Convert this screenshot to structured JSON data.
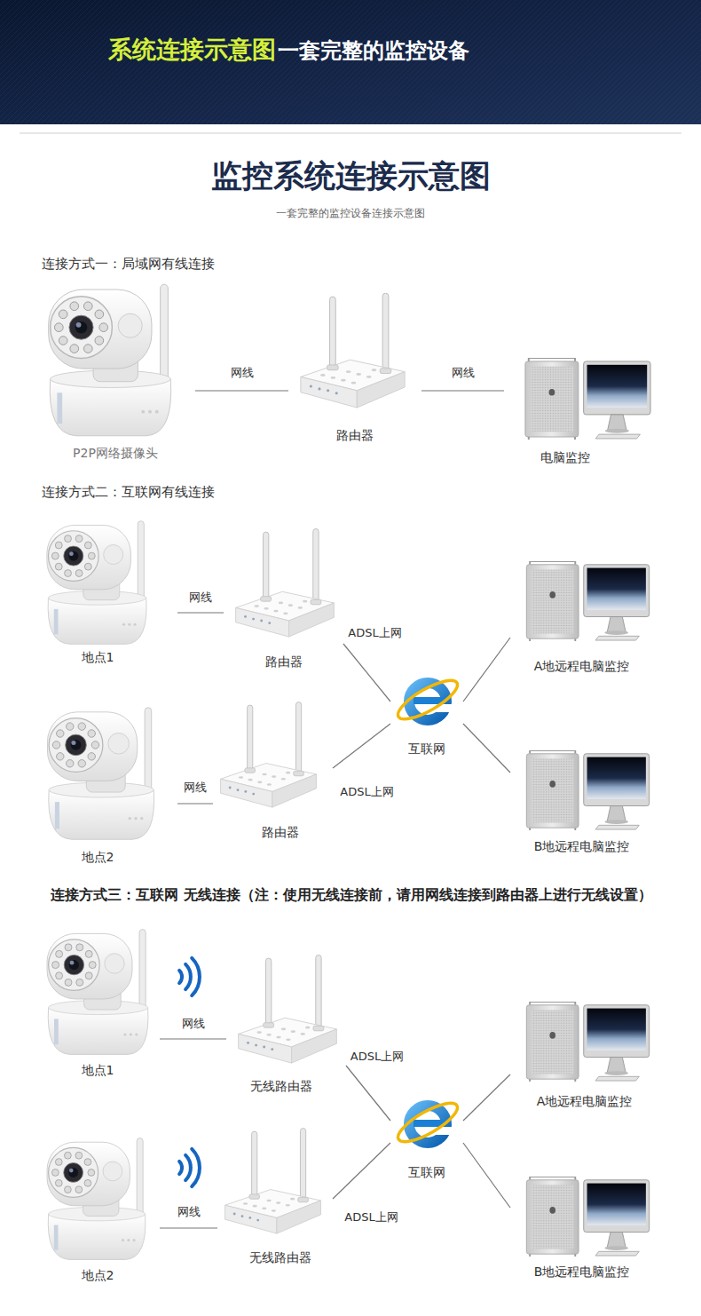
{
  "diagram": {
    "title": "监控系统连接示意图",
    "nodes": [
      {
        "text": [
          "P2P网络摄像头"
        ]
      },
      {
        "text": [
          "路由器"
        ]
      },
      {
        "text": [
          "电脑监控"
        ]
      },
      {
        "text": [
          "地点1"
        ]
      },
      {
        "text": [
          "路由器"
        ]
      },
      {
        "text": [
          "互联网"
        ]
      },
      {
        "text": [
          "A地远程电脑监控"
        ]
      },
      {
        "text": [
          "地点2"
        ]
      },
      {
        "text": [
          "路由器"
        ]
      },
      {
        "text": [
          "B地远程电脑监控"
        ]
      },
      {
        "text": [
          "地点1"
        ]
      },
      {
        "text": [
          "无线路由器"
        ]
      },
      {
        "text": [
          "互联网"
        ]
      },
      {
        "text": [
          "A地远程电脑监控"
        ]
      },
      {
        "text": [
          "地点2"
        ]
      },
      {
        "text": [
          "无线路由器"
        ]
      },
      {
        "text": [
          "B地远程电脑监控"
        ]
      }
    ],
    "edges": [
      {
        "from": 0,
        "to": 1,
        "label": "网线",
        "arrow": "none"
      },
      {
        "from": 1,
        "to": 2,
        "label": "网线",
        "arrow": "none"
      },
      {
        "from": 3,
        "to": 4,
        "label": "网线",
        "arrow": "none"
      },
      {
        "from": 4,
        "to": 5,
        "label": "ADSL上网",
        "arrow": "none"
      },
      {
        "from": 5,
        "to": 6,
        "arrow": "none"
      },
      {
        "from": 7,
        "to": 8,
        "label": "网线",
        "arrow": "none"
      },
      {
        "from": 8,
        "to": 5,
        "label": "ADSL上网",
        "arrow": "none"
      },
      {
        "from": 5,
        "to": 9,
        "arrow": "none"
      },
      {
        "from": 10,
        "to": 11,
        "label": "网线",
        "arrow": "none"
      },
      {
        "from": 11,
        "to": 12,
        "label": "ADSL上网",
        "arrow": "none"
      },
      {
        "from": 12,
        "to": 13,
        "arrow": "none"
      },
      {
        "from": 14,
        "to": 15,
        "label": "网线",
        "arrow": "none"
      },
      {
        "from": 15,
        "to": 12,
        "label": "ADSL上网",
        "arrow": "none"
      },
      {
        "from": 12,
        "to": 16,
        "arrow": "none"
      }
    ],
    "labels": [
      "系统连接示意图",
      "一套完整的监控设备",
      "一套完整的监控设备连接示意图",
      "连接方式一：局域网有线连接",
      "连接方式二：互联网有线连接",
      "连接方式三：互联网 无线连接（注：使用无线连接前，请用网线连接到路由器上进行无线设置）"
    ]
  }
}
